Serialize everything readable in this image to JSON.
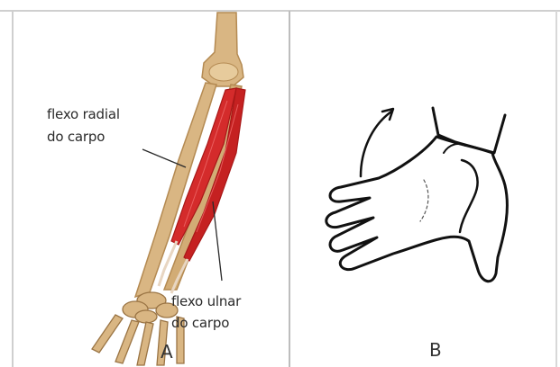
{
  "panel_a": {
    "label": "A",
    "labels": {
      "flexor_radialis": [
        "flexo radial",
        "do carpo"
      ],
      "flexor_ulnaris": [
        "flexo ulnar",
        "do carpo"
      ]
    }
  },
  "panel_b": {
    "label": "B"
  },
  "colors": {
    "bone": "#d9b683",
    "bone_shadow": "#b48a52",
    "muscle": "#d42b2b",
    "muscle_dark": "#a81818",
    "frame": "#c8c8c8",
    "divider": "#bdbdbd",
    "ink": "#2a2a2a"
  }
}
